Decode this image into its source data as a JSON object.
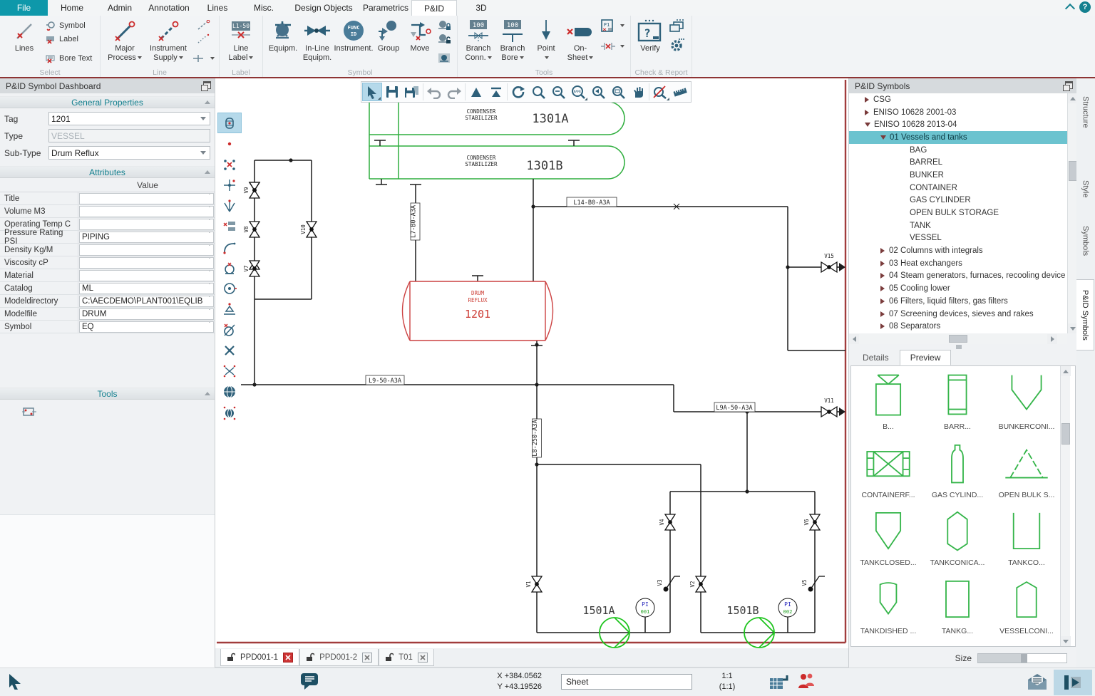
{
  "app": {
    "help": "?"
  },
  "ribbon": {
    "tabs": [
      "File",
      "Home",
      "Admin",
      "Annotation",
      "Lines",
      "Misc.",
      "Design Objects",
      "Parametrics",
      "P&ID",
      "3D"
    ],
    "select": {
      "lines": "Lines",
      "symbol": "Symbol",
      "label": "Label",
      "bore_text": "Bore Text",
      "group": "Select"
    },
    "line": {
      "major": "Major Process",
      "instrument": "Instrument Supply",
      "group": "Line"
    },
    "labelgrp": {
      "line_label": "Line Label",
      "badge": "L1-50",
      "group": "Label"
    },
    "symbol": {
      "equip": "Equipm.",
      "inline": "In-Line Equipm.",
      "instrument": "Instrument.",
      "grp": "Group",
      "move": "Move",
      "func1": "FUNC",
      "func2": "ID",
      "group": "Symbol"
    },
    "tools": {
      "branch_conn": "Branch Conn.",
      "branch_bore": "Branch Bore",
      "point": "Point",
      "onsheet": "On- Sheet",
      "badge1": "100",
      "badge2": "100",
      "p1": "P1",
      "group": "Tools"
    },
    "check": {
      "verify": "Verify",
      "qmark": "?",
      "group": "Check & Report"
    }
  },
  "dashboard": {
    "title": "P&ID Symbol Dashboard",
    "sections": {
      "general": "General Properties",
      "attributes": "Attributes",
      "tools": "Tools"
    },
    "fields": {
      "tag_label": "Tag",
      "tag_value": "1201",
      "type_label": "Type",
      "type_value": "VESSEL",
      "subtype_label": "Sub-Type",
      "subtype_value": "Drum Reflux"
    },
    "value_header": "Value",
    "attrs": [
      {
        "name": "Title",
        "value": ""
      },
      {
        "name": "Volume M3",
        "value": ""
      },
      {
        "name": "Operating Temp C",
        "value": ""
      },
      {
        "name": "Pressure Rating PSI",
        "value": "PIPING"
      },
      {
        "name": "Density Kg/M",
        "value": ""
      },
      {
        "name": "Viscosity cP",
        "value": ""
      },
      {
        "name": "Material",
        "value": ""
      },
      {
        "name": "Catalog",
        "value": "ML"
      },
      {
        "name": "Modeldirectory",
        "value": "C:\\AECDEMO\\PLANT001\\EQLIB"
      },
      {
        "name": "Modelfile",
        "value": "DRUM"
      },
      {
        "name": "Symbol",
        "value": "EQ"
      }
    ]
  },
  "canvas": {
    "toolbar": {
      "zoom_badge": "NAME"
    },
    "drawing": {
      "cond1": "CONDENSER",
      "cond2": "STABILIZER",
      "tagA": "1301A",
      "tagB": "1301B",
      "drum1": "DRUM",
      "drum2": "REFLUX",
      "drum_tag": "1201",
      "lbl_l14": "L14-B0-A3A",
      "lbl_l7": "L7-B0-A3A",
      "lbl_l9": "L9-50-A3A",
      "lbl_l9a": "L9A-50-A3A",
      "lbl_l8": "L8-250-A3A",
      "pumpA": "1501A",
      "pumpB": "1501B",
      "pi": "PI",
      "pi1": "001",
      "pi2": "002",
      "v1": "V1",
      "v2": "V2",
      "v3": "V3",
      "v4": "V4",
      "v5": "V5",
      "v6": "V6",
      "v7": "V7",
      "v8": "V8",
      "v9": "V9",
      "v10": "V10",
      "v11": "V11",
      "v15": "V15"
    }
  },
  "symbolsPanel": {
    "title": "P&ID Symbols",
    "tree": [
      {
        "label": "CSG"
      },
      {
        "label": "ENISO 10628 2001-03"
      },
      {
        "label": "ENISO 10628 2013-04"
      },
      {
        "label": "01 Vessels and tanks"
      },
      {
        "label": "BAG"
      },
      {
        "label": "BARREL"
      },
      {
        "label": "BUNKER"
      },
      {
        "label": "CONTAINER"
      },
      {
        "label": "GAS CYLINDER"
      },
      {
        "label": "OPEN BULK STORAGE"
      },
      {
        "label": "TANK"
      },
      {
        "label": "VESSEL"
      },
      {
        "label": "02 Columns with integrals"
      },
      {
        "label": "03 Heat exchangers"
      },
      {
        "label": "04 Steam generators, furnaces, recooling device"
      },
      {
        "label": "05 Cooling lower"
      },
      {
        "label": "06 Filters, liquid filters, gas filters"
      },
      {
        "label": "07 Screening devices, sieves and rakes"
      },
      {
        "label": "08 Separators"
      }
    ],
    "tabs": {
      "details": "Details",
      "preview": "Preview"
    },
    "preview": [
      {
        "label": "B..."
      },
      {
        "label": "BARR..."
      },
      {
        "label": "BUNKERCONI..."
      },
      {
        "label": "CONTAINERF..."
      },
      {
        "label": "GAS CYLIND..."
      },
      {
        "label": "OPEN BULK S..."
      },
      {
        "label": "TANKCLOSED..."
      },
      {
        "label": "TANKCONICA..."
      },
      {
        "label": "TANKCO..."
      },
      {
        "label": "TANKDISHED ..."
      },
      {
        "label": "TANKG..."
      },
      {
        "label": "VESSELCONI..."
      }
    ],
    "size_label": "Size"
  },
  "side_tabs": [
    "Structure",
    "Style",
    "Symbols",
    "P&ID Symbols"
  ],
  "doc_tabs": [
    "PPD001-1",
    "PPD001-2",
    "T01"
  ],
  "status": {
    "x": "X +384.0562",
    "y": "Y +43.19526",
    "sheet": "Sheet",
    "zoom": "1:1",
    "zoom_paren": "(1:1)"
  }
}
